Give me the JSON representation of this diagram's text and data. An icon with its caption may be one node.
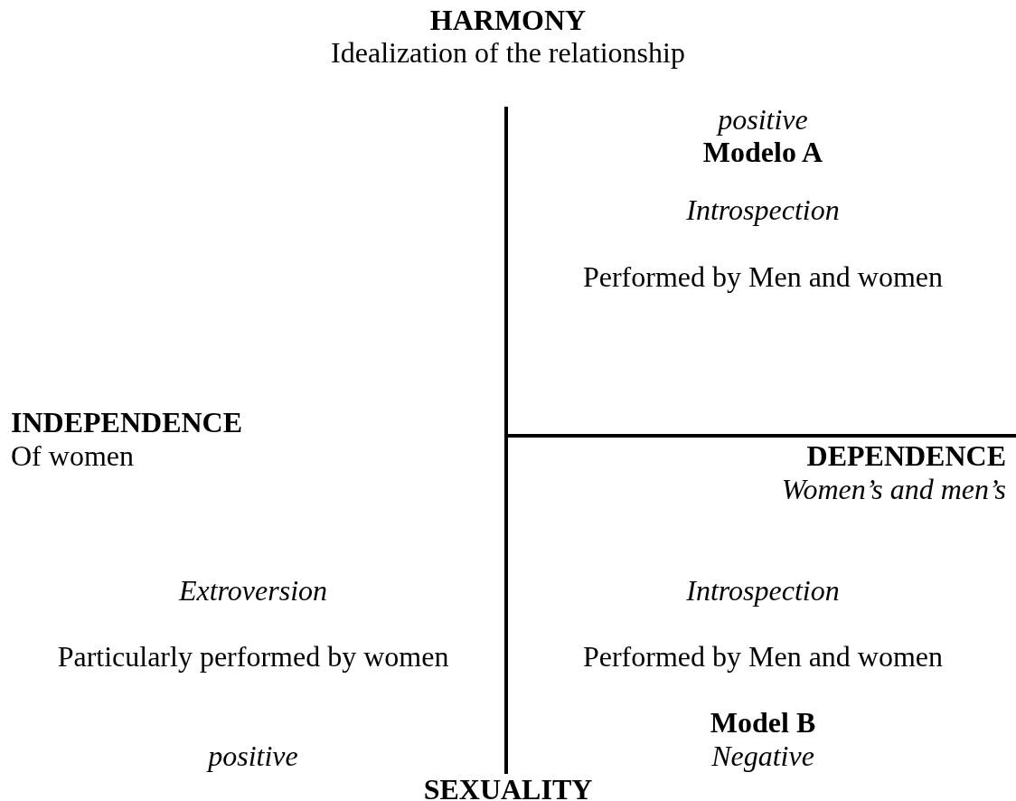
{
  "diagram": {
    "labels": [
      "HARMONY",
      "Idealization of the relationship",
      "positive",
      "Modelo A",
      "Introspection",
      "Performed by Men and women",
      "INDEPENDENCE",
      "Of women",
      "DEPENDENCE",
      "Women’s and men’s",
      "Extroversion",
      "Introspection",
      "Particularly performed by women",
      "Performed by Men and women",
      "Model B",
      "positive",
      "Negative",
      "SEXUALITY"
    ]
  }
}
